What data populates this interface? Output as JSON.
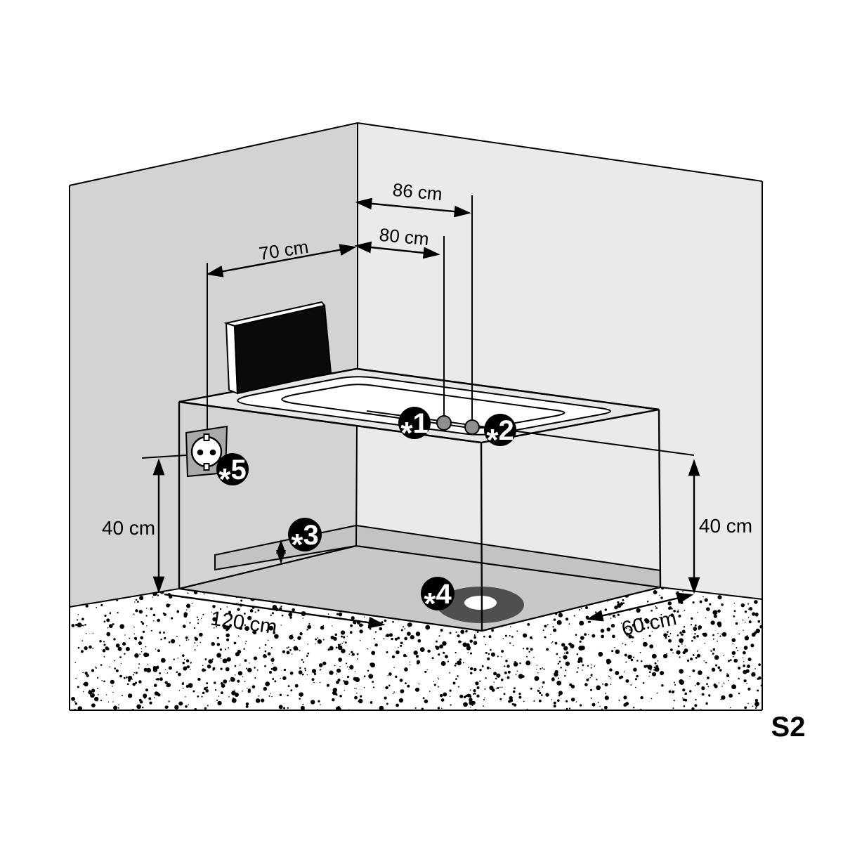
{
  "diagram": {
    "code": "S2",
    "dimensions": {
      "d86": "86 cm",
      "d80": "80 cm",
      "d70": "70 cm",
      "d40_left": "40 cm",
      "d40_right": "40 cm",
      "d120": "120 cm",
      "d60": "60 cm"
    },
    "markers": {
      "m1": {
        "star": "*",
        "num": "1"
      },
      "m2": {
        "star": "*",
        "num": "2"
      },
      "m3": {
        "star": "*",
        "num": "3"
      },
      "m4": {
        "star": "*",
        "num": "4"
      },
      "m5": {
        "star": "*",
        "num": "5"
      }
    },
    "colors": {
      "background": "#ffffff",
      "wall_left": "#d3d3d3",
      "wall_right": "#eaeaea",
      "rim_band": "#e7e7e7",
      "tub_floor": "#c8c8c8",
      "support_band": "#c3c3c3",
      "drain": "#4f4f4f",
      "socket_plate": "#a9a9a9",
      "faucet_dot": "#8f8f8f",
      "panel": "#0a0a0a",
      "line": "#000000",
      "code_red": "#e30613"
    }
  }
}
